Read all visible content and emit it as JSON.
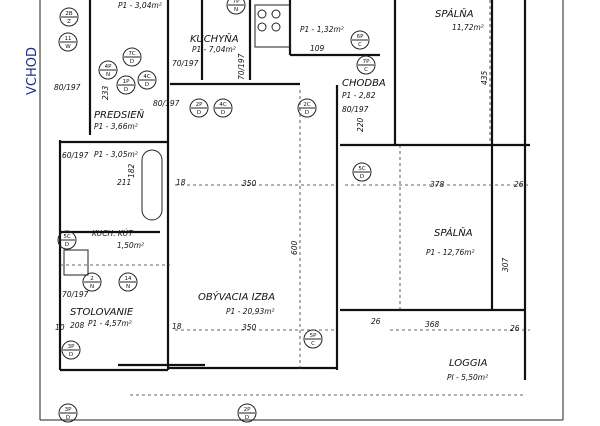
{
  "handwritten": "VCHOD",
  "rooms": {
    "top_left_area": "P1 - 3,04m²",
    "kitchen": {
      "name": "KUCHYŇA",
      "area": "P1 - 7,04m²"
    },
    "hall": {
      "name": "PREDSIEŇ",
      "area": "P1 - 3,66m²"
    },
    "bath_area": "P1 - 3,05m²",
    "kitchenette": {
      "name": "KUCH. KÚT",
      "area": "1,50m²"
    },
    "dining": {
      "name": "STOLOVANIE",
      "area": "P1 - 4,57m²"
    },
    "living": {
      "name": "OBÝVACIA IZBA",
      "area": "P1 - 20,93m²"
    },
    "corridor": {
      "name": "CHODBA",
      "area": "P1 - 2,82"
    },
    "pantry_area": "P1 - 1,32m²",
    "bedroom1": {
      "name": "SPÁLŇA",
      "area": "11,72m²"
    },
    "bedroom2": {
      "name": "SPÁLŇA",
      "area": "P1 - 12,76m²"
    },
    "loggia": {
      "name": "LOGGIA",
      "area": "Pl - 5,50m²"
    }
  },
  "dimensions": [
    "350",
    "350",
    "600",
    "435",
    "378",
    "368",
    "26",
    "26",
    "26",
    "18",
    "18",
    "211",
    "182",
    "208",
    "220",
    "233",
    "307",
    "70/197",
    "80/197",
    "80/197",
    "60/197",
    "70/197",
    "70/197",
    "80/197",
    "10",
    "109"
  ],
  "markers": [
    {
      "top": "7P",
      "bottom": "N"
    },
    {
      "top": "2B",
      "bottom": "Z"
    },
    {
      "top": "11",
      "bottom": "W"
    },
    {
      "top": "7C",
      "bottom": "D"
    },
    {
      "top": "4P",
      "bottom": "N"
    },
    {
      "top": "1P",
      "bottom": "D"
    },
    {
      "top": "4C",
      "bottom": "D"
    },
    {
      "top": "2P",
      "bottom": "D"
    },
    {
      "top": "4C",
      "bottom": "D"
    },
    {
      "top": "6P",
      "bottom": "C"
    },
    {
      "top": "7P",
      "bottom": "C"
    },
    {
      "top": "2C",
      "bottom": "D"
    },
    {
      "top": "5C",
      "bottom": "D"
    },
    {
      "top": "5C",
      "bottom": "D"
    },
    {
      "top": "5P",
      "bottom": "C"
    },
    {
      "top": "2",
      "bottom": "N"
    },
    {
      "top": "14",
      "bottom": "N"
    },
    {
      "top": "3P",
      "bottom": "D"
    },
    {
      "top": "2P",
      "bottom": "D"
    },
    {
      "top": "3P",
      "bottom": "D"
    }
  ]
}
